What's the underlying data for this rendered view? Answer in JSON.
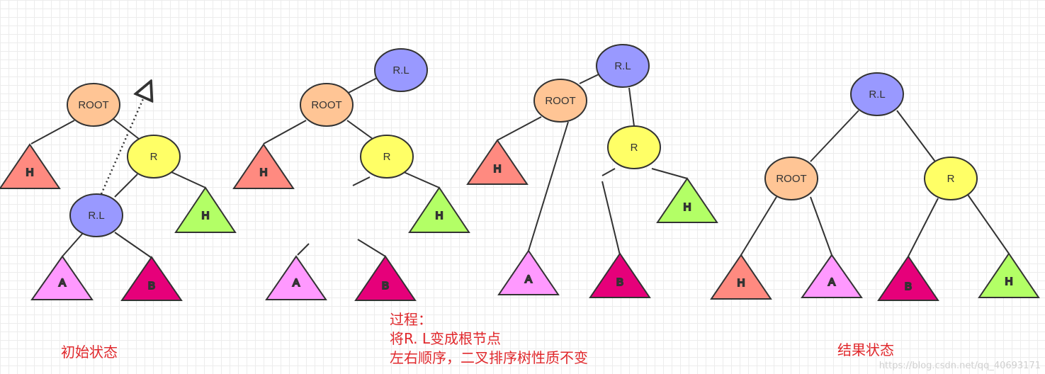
{
  "nodes": [
    {
      "id": "s1-root",
      "label": "ROOT",
      "color": "#ffc595"
    },
    {
      "id": "s1-r",
      "label": "R",
      "color": "#ffff66"
    },
    {
      "id": "s1-rl",
      "label": "R.L",
      "color": "#9999ff"
    },
    {
      "id": "s2-rl",
      "label": "R.L",
      "color": "#9999ff"
    },
    {
      "id": "s2-root",
      "label": "ROOT",
      "color": "#ffc595"
    },
    {
      "id": "s2-r",
      "label": "R",
      "color": "#ffff66"
    },
    {
      "id": "s3-rl",
      "label": "R.L",
      "color": "#9999ff"
    },
    {
      "id": "s3-root",
      "label": "ROOT",
      "color": "#ffc595"
    },
    {
      "id": "s3-r",
      "label": "R",
      "color": "#ffff66"
    },
    {
      "id": "s4-rl",
      "label": "R.L",
      "color": "#9999ff"
    },
    {
      "id": "s4-root",
      "label": "ROOT",
      "color": "#ffc595"
    },
    {
      "id": "s4-r",
      "label": "R",
      "color": "#ffff66"
    }
  ],
  "subtrees": [
    {
      "id": "s1-h1",
      "label": "H",
      "color": "#ff8a80"
    },
    {
      "id": "s1-h2",
      "label": "H",
      "color": "#b3ff66"
    },
    {
      "id": "s1-a",
      "label": "A",
      "color": "#ff99ff"
    },
    {
      "id": "s1-b",
      "label": "B",
      "color": "#e6007a"
    },
    {
      "id": "s2-h1",
      "label": "H",
      "color": "#ff8a80"
    },
    {
      "id": "s2-h2",
      "label": "H",
      "color": "#b3ff66"
    },
    {
      "id": "s2-a",
      "label": "A",
      "color": "#ff99ff"
    },
    {
      "id": "s2-b",
      "label": "B",
      "color": "#e6007a"
    },
    {
      "id": "s3-h1",
      "label": "H",
      "color": "#ff8a80"
    },
    {
      "id": "s3-h2",
      "label": "H",
      "color": "#b3ff66"
    },
    {
      "id": "s3-a",
      "label": "A",
      "color": "#ff99ff"
    },
    {
      "id": "s3-b",
      "label": "B",
      "color": "#e6007a"
    },
    {
      "id": "s4-h1",
      "label": "H",
      "color": "#ff8a80"
    },
    {
      "id": "s4-a",
      "label": "A",
      "color": "#ff99ff"
    },
    {
      "id": "s4-b",
      "label": "B",
      "color": "#e6007a"
    },
    {
      "id": "s4-h2",
      "label": "H",
      "color": "#b3ff66"
    }
  ],
  "captions": {
    "initial": "初始状态",
    "process": [
      "过程：",
      "将R. L变成根节点",
      "左右顺序，二叉排序树性质不变"
    ],
    "result": "结果状态"
  },
  "watermark": "https://blog.csdn.net/qq_40693171",
  "colors": {
    "stroke": "#333333",
    "caption": "#e0282c",
    "grid": "#ececec"
  }
}
